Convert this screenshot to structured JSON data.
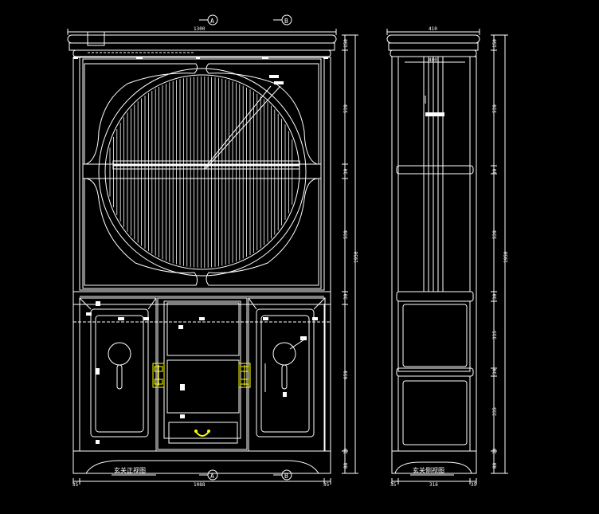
{
  "drawing": {
    "front_title": "玄关正视图",
    "side_title": "玄关侧视图",
    "section_marks": [
      "A",
      "B"
    ],
    "front_dims": {
      "top_width": "1300",
      "bottom_width": "1088",
      "bottom_left": "35",
      "bottom_right": "35",
      "vertical": [
        "150",
        "539",
        "30",
        "539",
        "30",
        "659",
        "30",
        "88"
      ],
      "overall_height": "1950"
    },
    "side_dims": {
      "top_width": "410",
      "inner_top": "400",
      "bottom_left": "35",
      "bottom_mid": "316",
      "bottom_right": "35",
      "vertical": [
        "150",
        "539",
        "30",
        "539",
        "30",
        "335",
        "30",
        "335",
        "30",
        "88"
      ],
      "overall_height": "1950"
    }
  },
  "colors": {
    "background": "#000000",
    "line": "#ffffff",
    "hardware": "#ffff00"
  }
}
